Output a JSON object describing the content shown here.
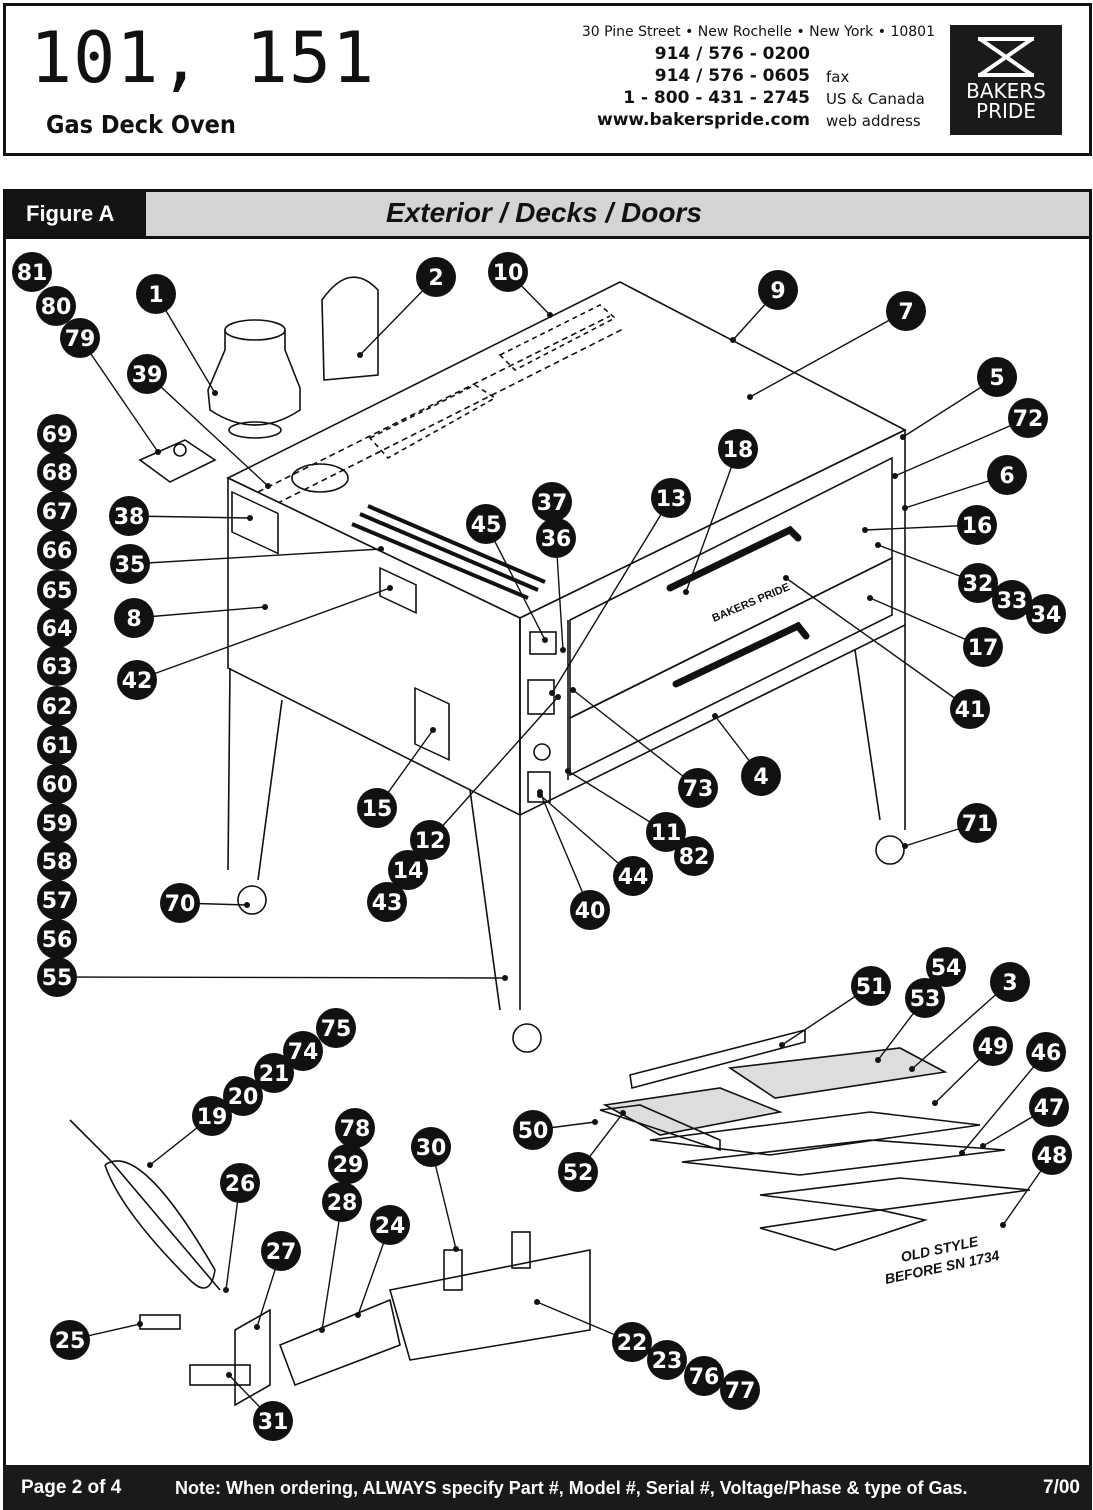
{
  "header": {
    "model": "101, 151",
    "subtitle": "Gas Deck Oven",
    "address": "30 Pine Street • New Rochelle • New York • 10801",
    "contacts": [
      {
        "number": "914 / 576 - 0200",
        "label": ""
      },
      {
        "number": "914 / 576 - 0605",
        "label": "fax"
      },
      {
        "number": "1 - 800 - 431 - 2745",
        "label": "US & Canada"
      },
      {
        "number": "www.bakerspride.com",
        "label": "web address"
      }
    ],
    "logo_line1": "BAKERS",
    "logo_line2": "PRIDE"
  },
  "figure": {
    "label": "Figure A",
    "title": "Exterior / Decks / Doors"
  },
  "callouts": [
    "81",
    "80",
    "79",
    "1",
    "2",
    "10",
    "9",
    "7",
    "5",
    "72",
    "6",
    "16",
    "32",
    "33",
    "34",
    "17",
    "41",
    "71",
    "4",
    "73",
    "11",
    "82",
    "44",
    "40",
    "12",
    "14",
    "43",
    "15",
    "42",
    "8",
    "35",
    "38",
    "39",
    "69",
    "68",
    "67",
    "66",
    "65",
    "64",
    "63",
    "62",
    "61",
    "60",
    "59",
    "58",
    "57",
    "56",
    "55",
    "70",
    "45",
    "37",
    "36",
    "13",
    "18",
    "3",
    "54",
    "53",
    "51",
    "49",
    "46",
    "47",
    "48",
    "50",
    "52",
    "75",
    "74",
    "21",
    "20",
    "19",
    "78",
    "29",
    "28",
    "30",
    "24",
    "26",
    "27",
    "25",
    "31",
    "22",
    "23",
    "76",
    "77"
  ],
  "diagram_text": {
    "door_brand": "BAKERS PRIDE",
    "old_style_1": "OLD STYLE",
    "old_style_2": "BEFORE SN 1734"
  },
  "footer": {
    "page": "Page 2 of 4",
    "note": "Note: When ordering, ALWAYS specify Part #, Model #, Serial #, Voltage/Phase & type of Gas.",
    "date": "7/00"
  }
}
